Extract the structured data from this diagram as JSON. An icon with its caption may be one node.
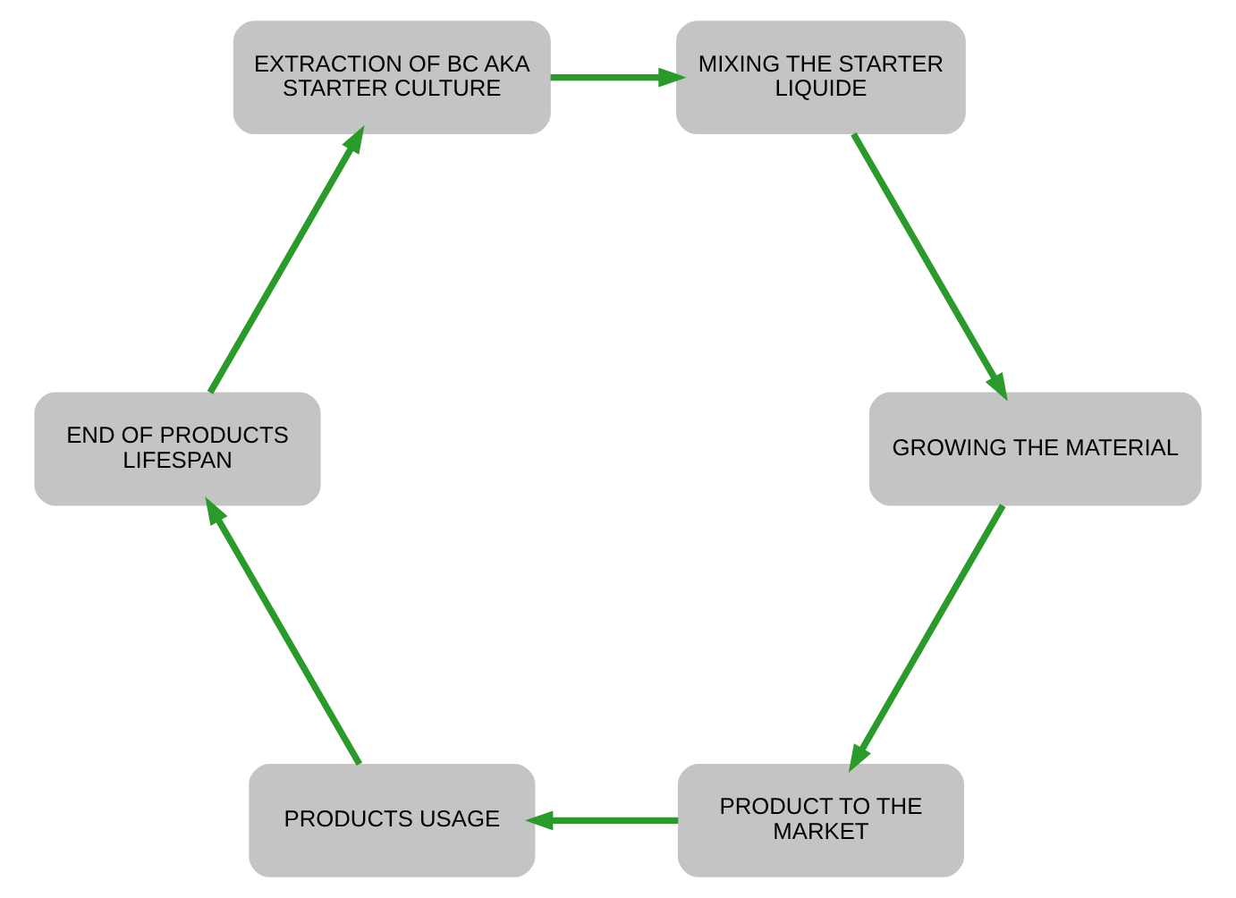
{
  "diagram": {
    "nodes": [
      {
        "text": [
          "PRODUCT TO THE MARKET"
        ]
      },
      {
        "text": [
          "PRODUCTS USAGE"
        ]
      },
      {
        "text": [
          "END OF PRODUCTS LIFESPAN"
        ]
      },
      {
        "text": [
          "EXTRACTION OF BC AKA STARTER CULTURE"
        ]
      },
      {
        "text": [
          "MIXING THE STARTER LIQUIDE"
        ]
      },
      {
        "text": [
          "GROWING THE MATERIAL"
        ]
      }
    ],
    "edges": [
      {
        "from": 0,
        "to": 1,
        "arrow": "to"
      },
      {
        "from": 1,
        "to": 2,
        "arrow": "to"
      },
      {
        "from": 2,
        "to": 3,
        "arrow": "to"
      },
      {
        "from": 3,
        "to": 4,
        "arrow": "to"
      },
      {
        "from": 4,
        "to": 5,
        "arrow": "to"
      },
      {
        "from": 5,
        "to": 0,
        "arrow": "to"
      }
    ]
  }
}
